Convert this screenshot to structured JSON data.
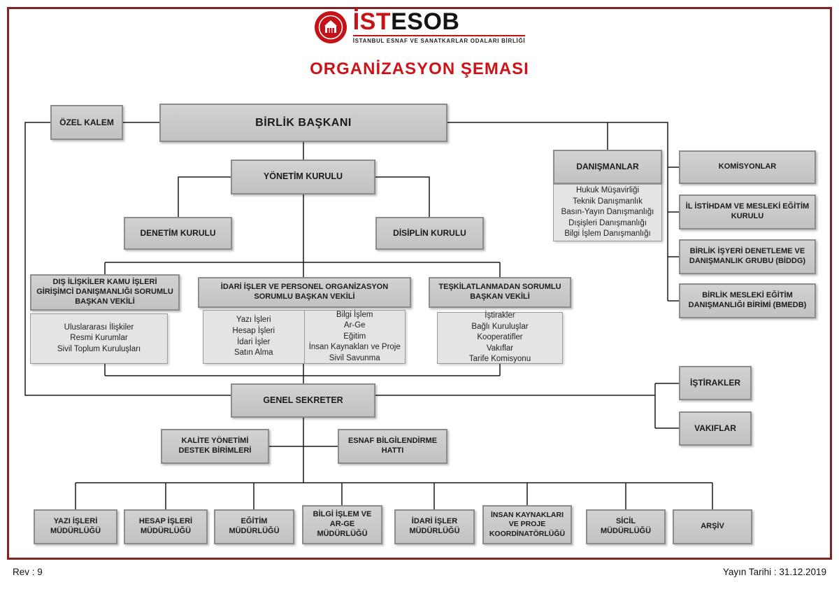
{
  "page": {
    "title": "ORGANİZASYON ŞEMASI",
    "rev": "Rev : 9",
    "issue_date": "Yayın Tarihi : 31.12.2019"
  },
  "logo": {
    "brand_red": "İST",
    "brand_black": "ESOB",
    "subtitle": "İSTANBUL ESNAF VE SANATKARLAR ODALARI BİRLİĞİ"
  },
  "colors": {
    "accent_red": "#C41218",
    "frame_red": "#7E2222",
    "box_fill": "#CBCBCB",
    "subbox_fill": "#E4E4E4",
    "line": "#1A1A1A"
  },
  "nodes": {
    "ozel_kalem": "ÖZEL KALEM",
    "birlik_baskani": "BİRLİK BAŞKANI",
    "yonetim_kurulu": "YÖNETİM KURULU",
    "denetim_kurulu": "DENETİM KURULU",
    "disiplin_kurulu": "DİSİPLİN KURULU",
    "danismanlar": "DANIŞMANLAR",
    "danismanlar_list": [
      "Hukuk Müşavirliği",
      "Teknik Danışmanlık",
      "Basın-Yayın Danışmanlığı",
      "Dışişleri Danışmanlığı",
      "Bilgi İşlem Danışmanlığı"
    ],
    "komisyonlar": "KOMİSYONLAR",
    "il_istihdam": "İL İSTİHDAM VE MESLEKİ EĞİTİM KURULU",
    "biddg": "BİRLİK İŞYERİ DENETLEME VE DANIŞMANLIK GRUBU (BİDDG)",
    "bmedb": "BİRLİK MESLEKİ EĞİTİM DANIŞMANLIĞI BİRİMİ (BMEDB)",
    "dis_vp": "DIŞ İLİŞKİLER KAMU İŞLERİ GİRİŞİMCİ DANIŞMANLIĞI SORUMLU BAŞKAN VEKİLİ",
    "dis_vp_list": [
      "Uluslararası İlişkiler",
      "Resmi Kurumlar",
      "Sivil Toplum Kuruluşları"
    ],
    "idari_vp": "İDARİ İŞLER VE PERSONEL ORGANİZASYON SORUMLU BAŞKAN VEKİLİ",
    "idari_left": [
      "Yazı İşleri",
      "Hesap İşleri",
      "İdari İşler",
      "Satın Alma"
    ],
    "idari_right": [
      "Bilgi İşlem",
      "Ar-Ge",
      "Eğitim",
      "İnsan Kaynakları ve Proje",
      "Sivil Savunma"
    ],
    "teskilat_vp": "TEŞKİLATLANMADAN SORUMLU BAŞKAN VEKİLİ",
    "teskilat_list": [
      "İştirakler",
      "Bağlı Kuruluşlar",
      "Kooperatifler",
      "Vakıflar",
      "Tarife Komisyonu"
    ],
    "genel_sekreter": "GENEL SEKRETER",
    "istirakler": "İŞTİRAKLER",
    "vakiflar": "VAKIFLAR",
    "kalite": "KALİTE YÖNETİMİ DESTEK BİRİMLERİ",
    "esnaf_hatti": "ESNAF BİLGİLENDİRME HATTI",
    "bottom_row": [
      "YAZI İŞLERİ MÜDÜRLÜĞÜ",
      "HESAP İŞLERİ MÜDÜRLÜĞÜ",
      "EĞİTİM MÜDÜRLÜĞÜ",
      "BİLGİ İŞLEM VE AR-GE MÜDÜRLÜĞÜ",
      "İDARİ İŞLER MÜDÜRLÜĞÜ",
      "İNSAN KAYNAKLARI VE PROJE KOORDİNATÖRLÜĞÜ",
      "SİCİL MÜDÜRLÜĞÜ",
      "ARŞİV"
    ]
  }
}
